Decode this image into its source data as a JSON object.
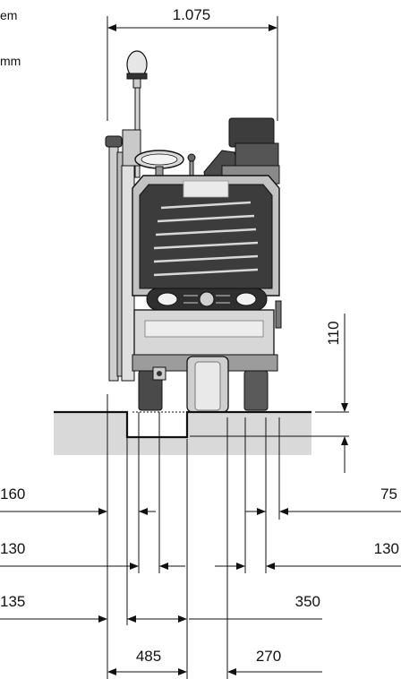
{
  "header": {
    "line1_fragment": "em",
    "line2_fragment": "mm"
  },
  "dimensions": {
    "overall_width": "1.075",
    "ground_clearance": "110",
    "left_offset_1": "160",
    "left_offset_2": "130",
    "left_offset_3": "135",
    "right_offset_1": "75",
    "right_offset_2": "130",
    "track_right": "350",
    "bottom_left": "485",
    "bottom_right": "270"
  },
  "colors": {
    "ink": "#111111",
    "ground": "#d9d9d9",
    "body_light": "#e9e9e9",
    "body_mid": "#b8b8b8",
    "body_dark": "#555555"
  }
}
